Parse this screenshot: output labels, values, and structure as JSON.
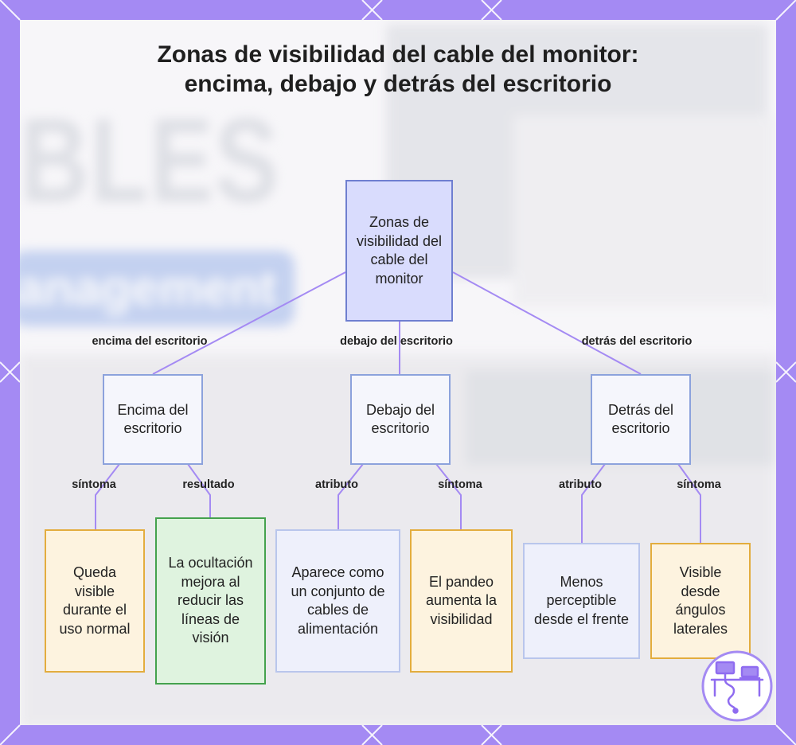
{
  "title": "Zonas de visibilidad del cable del monitor: encima, debajo y detrás del escritorio",
  "background_text": {
    "big": "BLES",
    "pill": "anagement"
  },
  "nodes": {
    "root": "Zonas de visibilidad del cable del monitor",
    "encima": "Encima del escritorio",
    "debajo": "Debajo del escritorio",
    "detras": "Detrás del escritorio",
    "queda_visible": "Queda visible durante el uso normal",
    "ocultacion": "La ocultación mejora al reducir las líneas de visión",
    "aparece": "Aparece como un conjunto de cables de alimentación",
    "pandeo": "El pandeo aumenta la visibilidad",
    "menos_perceptible": "Menos perceptible desde el frente",
    "visible_laterales": "Visible desde ángulos laterales"
  },
  "edge_labels": {
    "encima": "encima del escritorio",
    "debajo": "debajo del escritorio",
    "detras": "detrás del escritorio",
    "sintoma_1": "síntoma",
    "resultado": "resultado",
    "atributo_1": "atributo",
    "sintoma_2": "síntoma",
    "atributo_2": "atributo",
    "sintoma_3": "síntoma"
  },
  "colors": {
    "frame": "#a48af3",
    "connector": "#a48af3",
    "root_fill": "#d9dcfd",
    "symptom_border": "#e3ad3e",
    "result_border": "#44a24d",
    "attribute_border": "#b9c6ec"
  },
  "icons": {
    "logo": "desk-cable-logo-icon"
  }
}
